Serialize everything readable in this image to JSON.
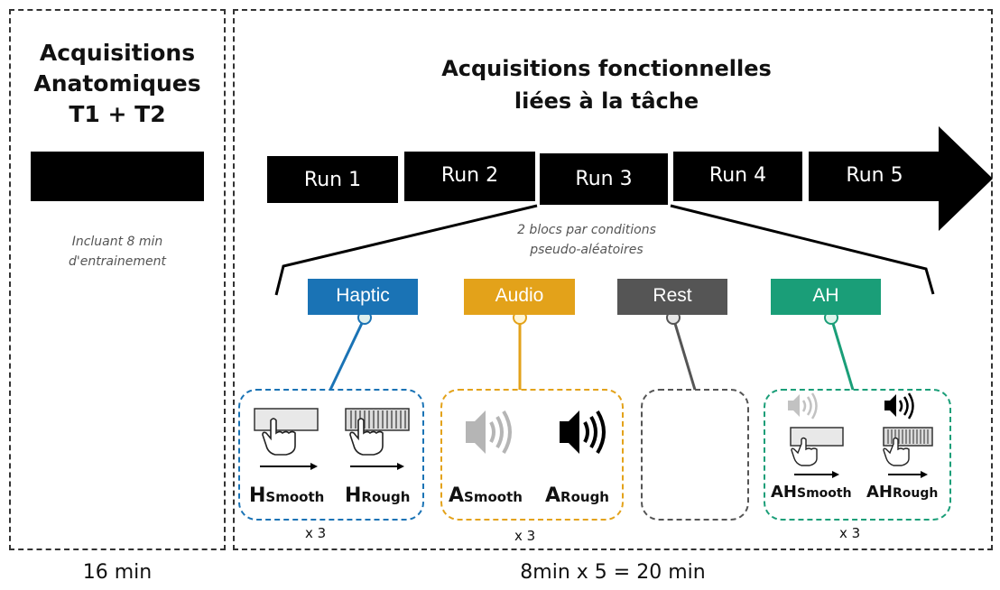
{
  "left": {
    "title_lines": [
      "Acquisitions",
      "Anatomiques",
      "T1 + T2"
    ],
    "note_lines": [
      "Incluant 8 min",
      "d'entrainement"
    ],
    "duration": "16 min"
  },
  "right": {
    "title_lines": [
      "Acquisitions fonctionnelles",
      "liées à la tâche"
    ],
    "runs": [
      "Run 1",
      "Run 2",
      "Run 3",
      "Run 4",
      "Run 5"
    ],
    "blocks_note_lines": [
      "2 blocs par conditions",
      "pseudo-aléatoires"
    ],
    "conditions": {
      "haptic": {
        "tag": "Haptic",
        "color": "#1a73b5",
        "labels": [
          {
            "big": "H",
            "sub": "Smooth"
          },
          {
            "big": "H",
            "sub": "Rough"
          }
        ],
        "repeat": "x 3"
      },
      "audio": {
        "tag": "Audio",
        "color": "#e3a21a",
        "labels": [
          {
            "big": "A",
            "sub": "Smooth"
          },
          {
            "big": "A",
            "sub": "Rough"
          }
        ],
        "repeat": "x 3"
      },
      "rest": {
        "tag": "Rest",
        "color": "#555555"
      },
      "ah": {
        "tag": "AH",
        "color": "#1a9e78",
        "labels": [
          {
            "big": "AH",
            "sub": "Smooth"
          },
          {
            "big": "AH",
            "sub": "Rough"
          }
        ],
        "repeat": "x 3"
      }
    },
    "duration": "8min x 5 = 20 min"
  }
}
